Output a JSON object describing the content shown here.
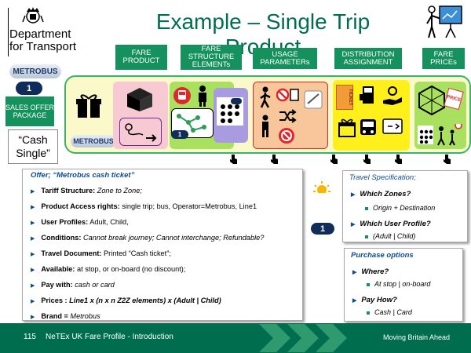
{
  "header": {
    "dept_line1": "Department",
    "dept_line2": "for Transport",
    "title": "Example – Single Trip Product"
  },
  "columns": {
    "fare_product": "FARE PRODUCT",
    "fare_structure": "FARE STRUCTURE ELEMENTs",
    "usage": "USAGE PARAMETERs",
    "distribution": "DISTRIBUTION ASSIGNMENT",
    "fare_prices": "FARE PRICEs"
  },
  "left": {
    "brand_logo": "METROBUS",
    "number": "1",
    "sales_badge": "SALES OFFER PACKAGE",
    "quote_line1": "“Cash",
    "quote_line2": "Single”"
  },
  "strip": {
    "brand_logo": "METROBUS",
    "ticket_label": "TICKET",
    "price_label": "PRICE"
  },
  "offer": {
    "title": "Offer; “Metrobus cash ticket”",
    "items": [
      {
        "label": "Tariff Structure:",
        "value": "Zone to Zone;"
      },
      {
        "label": "Product Access rights:",
        "value": "single trip;  bus, Operator=Metrobus,  Line1"
      },
      {
        "label": "User Profiles:",
        "value": "Adult, Child,"
      },
      {
        "label": "Conditions:",
        "value": "Cannot break journey;  Cannot interchange; Refundable?"
      },
      {
        "label": "Travel Document:",
        "value": "Printed “Cash ticket”;"
      },
      {
        "label": "Available:",
        "value": "at stop, or on-board (no discount);"
      },
      {
        "label": "Pay with:",
        "value": "cash or card"
      },
      {
        "label": "Prices :",
        "value": "Line1 x (n x n Z2Z elements) x (Adult | Child)"
      },
      {
        "label": "Brand =",
        "value": "Metrobus"
      }
    ]
  },
  "travel_spec": {
    "title": "Travel Specification;",
    "q1": "Which Zones?",
    "a1": "Origin + Destination",
    "q2": "Which User Profile?",
    "a2": "(Adult | Child)"
  },
  "purchase": {
    "title": "Purchase options",
    "q1": "Where?",
    "a1": "At stop | on-board",
    "q2": "Pay How?",
    "a2": "Cash | Card"
  },
  "middle_number": "1",
  "footer": {
    "page": "115",
    "title": "NeTEx UK Fare Profile - Introduction",
    "tagline": "Moving Britain Ahead"
  },
  "colors": {
    "dft_green": "#006e4e",
    "header_green": "#15915e",
    "strip_yellow": "#fbf9c9",
    "navy": "#0f2c5a"
  }
}
